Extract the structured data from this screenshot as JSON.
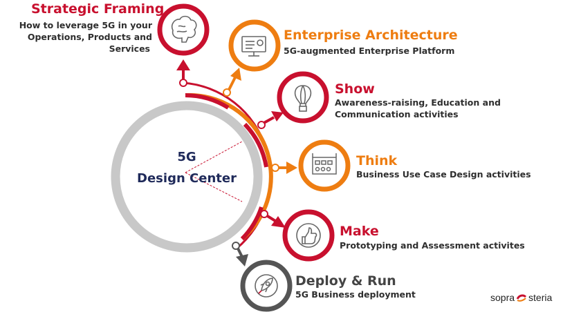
{
  "center": {
    "line1": "5G",
    "line2": "Design Center"
  },
  "steps": [
    {
      "title": "Strategic Framing",
      "desc": [
        "How to leverage 5G in your",
        "Operations, Products and",
        "Services"
      ],
      "color": "#c8102e",
      "icon": "brain-icon"
    },
    {
      "title": "Enterprise Architecture",
      "desc": [
        "5G-augmented Enterprise Platform"
      ],
      "color": "#ee7d11",
      "icon": "monitor-icon"
    },
    {
      "title": "Show",
      "desc": [
        "Awareness-raising, Education and",
        "Communication activities"
      ],
      "color": "#c8102e",
      "icon": "hot-air-balloon-icon"
    },
    {
      "title": "Think",
      "desc": [
        "Business Use Case Design activities"
      ],
      "color": "#ee7d11",
      "icon": "circuit-board-icon"
    },
    {
      "title": "Make",
      "desc": [
        "Prototyping and Assessment activites"
      ],
      "color": "#c8102e",
      "icon": "thumbs-up-icon"
    },
    {
      "title": "Deploy & Run",
      "desc": [
        "5G Business deployment"
      ],
      "color": "#444444",
      "icon": "rocket-icon"
    }
  ],
  "logo": {
    "left": "sopra",
    "right": "steria"
  },
  "colors": {
    "red": "#c8102e",
    "orange": "#ee7d11",
    "gray": "#555555",
    "ring": "#c8c8c8",
    "navy": "#1f2a5a"
  }
}
